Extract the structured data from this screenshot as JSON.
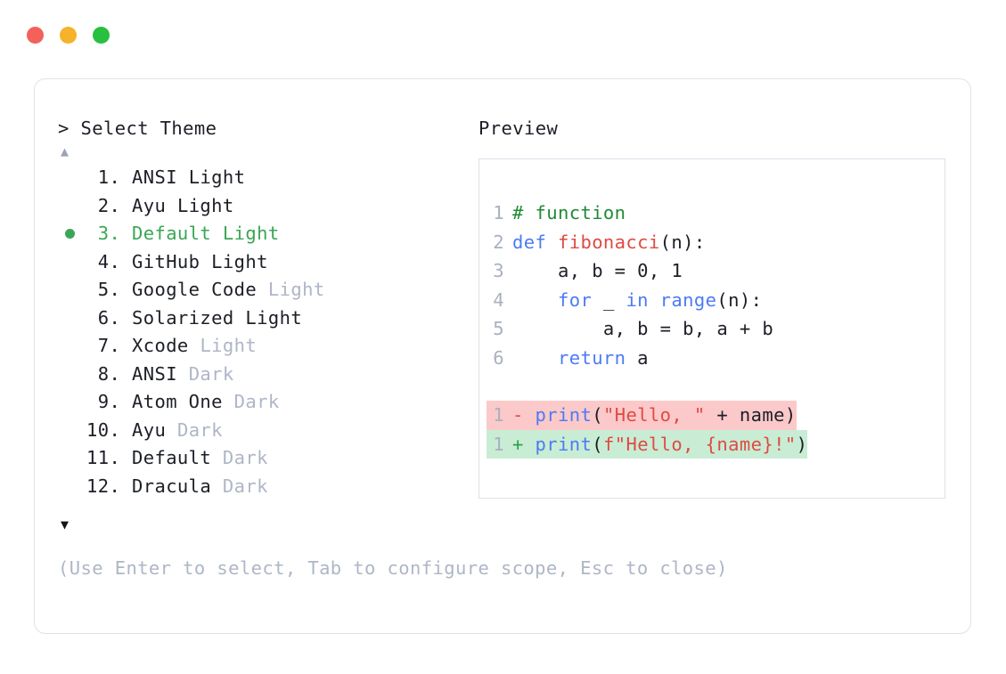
{
  "window": {
    "traffic_lights": [
      {
        "name": "close",
        "color": "#f4605a"
      },
      {
        "name": "minimize",
        "color": "#f5b22a"
      },
      {
        "name": "maximize",
        "color": "#28c03e"
      }
    ]
  },
  "left": {
    "prompt": "> Select Theme",
    "scroll_up_glyph": "▲",
    "scroll_down_glyph": "▼",
    "items": [
      {
        "index": " 1. ",
        "name": "ANSI",
        "variant": "Light",
        "variant_dim": false,
        "selected": false
      },
      {
        "index": " 2. ",
        "name": "Ayu",
        "variant": "Light",
        "variant_dim": false,
        "selected": false
      },
      {
        "index": " 3. ",
        "name": "Default",
        "variant": "Light",
        "variant_dim": false,
        "selected": true
      },
      {
        "index": " 4. ",
        "name": "GitHub",
        "variant": "Light",
        "variant_dim": false,
        "selected": false
      },
      {
        "index": " 5. ",
        "name": "Google Code",
        "variant": "Light",
        "variant_dim": true,
        "selected": false
      },
      {
        "index": " 6. ",
        "name": "Solarized",
        "variant": "Light",
        "variant_dim": false,
        "selected": false
      },
      {
        "index": " 7. ",
        "name": "Xcode",
        "variant": "Light",
        "variant_dim": true,
        "selected": false
      },
      {
        "index": " 8. ",
        "name": "ANSI",
        "variant": "Dark",
        "variant_dim": true,
        "selected": false
      },
      {
        "index": " 9. ",
        "name": "Atom One",
        "variant": "Dark",
        "variant_dim": true,
        "selected": false
      },
      {
        "index": "10. ",
        "name": "Ayu",
        "variant": "Dark",
        "variant_dim": true,
        "selected": false
      },
      {
        "index": "11. ",
        "name": "Default",
        "variant": "Dark",
        "variant_dim": true,
        "selected": false
      },
      {
        "index": "12. ",
        "name": "Dracula",
        "variant": "Dark",
        "variant_dim": true,
        "selected": false
      }
    ],
    "hint": "(Use Enter to select, Tab to configure scope, Esc to close)"
  },
  "preview": {
    "title": "Preview",
    "code_lines": [
      {
        "num": "1",
        "tokens": [
          {
            "t": "# function",
            "c": "com"
          }
        ]
      },
      {
        "num": "2",
        "tokens": [
          {
            "t": "def ",
            "c": "kw"
          },
          {
            "t": "fibonacci",
            "c": "fn"
          },
          {
            "t": "(n):",
            "c": "punc"
          }
        ]
      },
      {
        "num": "3",
        "tokens": [
          {
            "t": "    a, b = 0, 1",
            "c": "pln"
          }
        ]
      },
      {
        "num": "4",
        "tokens": [
          {
            "t": "    ",
            "c": "pln"
          },
          {
            "t": "for",
            "c": "kw"
          },
          {
            "t": " _ ",
            "c": "pln"
          },
          {
            "t": "in",
            "c": "kw"
          },
          {
            "t": " ",
            "c": "pln"
          },
          {
            "t": "range",
            "c": "kw"
          },
          {
            "t": "(n):",
            "c": "punc"
          }
        ]
      },
      {
        "num": "5",
        "tokens": [
          {
            "t": "        a, b = b, a + b",
            "c": "pln"
          }
        ]
      },
      {
        "num": "6",
        "tokens": [
          {
            "t": "    ",
            "c": "pln"
          },
          {
            "t": "return",
            "c": "kw"
          },
          {
            "t": " a",
            "c": "pln"
          }
        ]
      }
    ],
    "diff_lines": [
      {
        "num": "1",
        "kind": "del",
        "sign": "-",
        "tokens": [
          {
            "t": "print",
            "c": "kw"
          },
          {
            "t": "(",
            "c": "punc"
          },
          {
            "t": "\"Hello, \"",
            "c": "str"
          },
          {
            "t": " + name",
            "c": "pln"
          },
          {
            "t": ")",
            "c": "punc"
          }
        ]
      },
      {
        "num": "1",
        "kind": "add",
        "sign": "+",
        "tokens": [
          {
            "t": "print",
            "c": "kw"
          },
          {
            "t": "(",
            "c": "punc"
          },
          {
            "t": "f\"Hello, {name}!\"",
            "c": "str"
          },
          {
            "t": ")",
            "c": "punc"
          }
        ]
      }
    ]
  },
  "colors": {
    "selected_green": "#3aa655",
    "dim_gray": "#aeb6c6",
    "comment_green": "#1f8b34",
    "keyword_blue": "#4c7bf5",
    "function_red": "#e04a43",
    "string_red": "#e04a43",
    "diff_del_bg": "#fbc9c9",
    "diff_add_bg": "#c8edd4",
    "card_border": "#dfe2e8"
  }
}
